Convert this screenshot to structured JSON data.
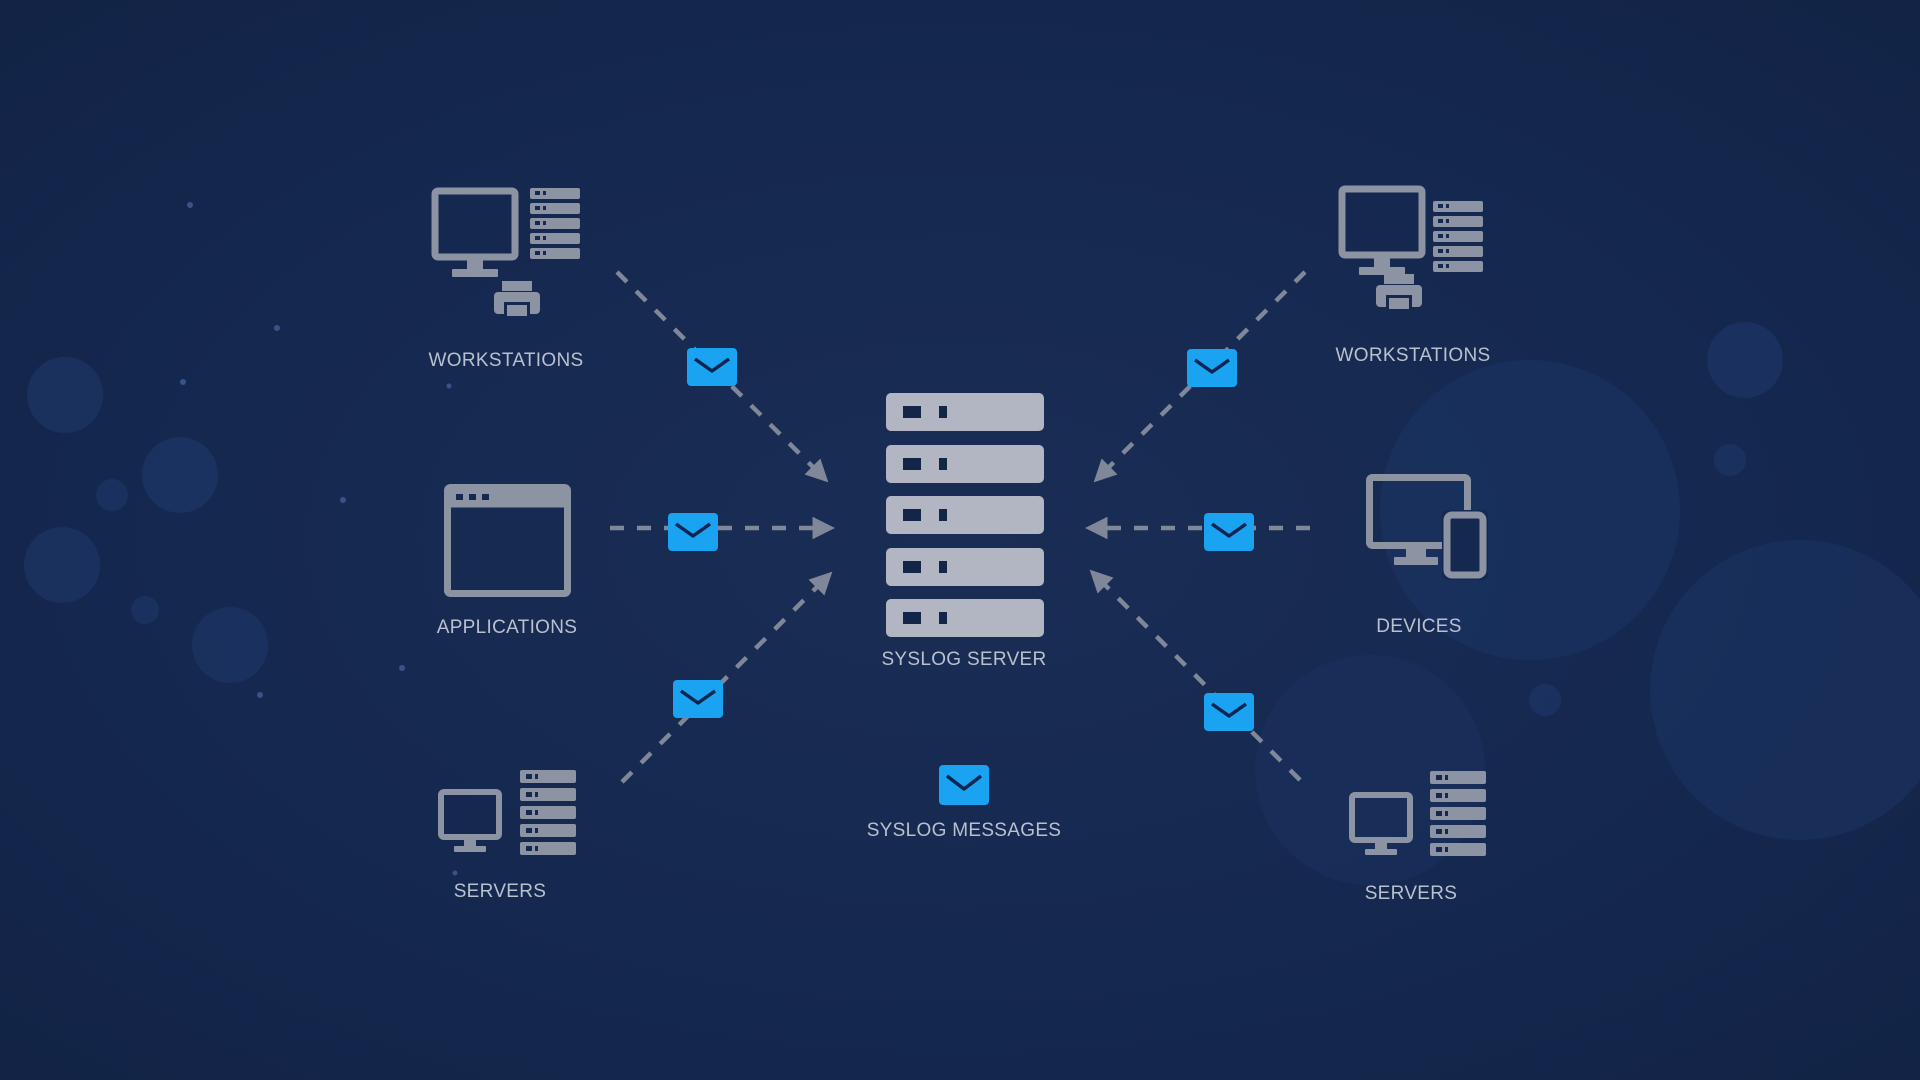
{
  "colors": {
    "background": "#152850",
    "icon_gray": "#8c93a3",
    "server_gray": "#b2b6c2",
    "message_blue": "#1aa3f0",
    "label_text": "#b9c0cf",
    "arrow_gray": "#7f8799"
  },
  "nodes": {
    "workstations_left": {
      "label": "WORKSTATIONS",
      "icon": "workstation-icon"
    },
    "applications": {
      "label": "APPLICATIONS",
      "icon": "application-window-icon"
    },
    "servers_left": {
      "label": "SERVERS",
      "icon": "server-rack-icon"
    },
    "workstations_right": {
      "label": "WORKSTATIONS",
      "icon": "workstation-icon"
    },
    "devices": {
      "label": "DEVICES",
      "icon": "devices-icon"
    },
    "servers_right": {
      "label": "SERVERS",
      "icon": "server-rack-icon"
    },
    "syslog_server": {
      "label": "SYSLOG SERVER",
      "icon": "syslog-server-icon"
    }
  },
  "legend": {
    "label": "SYSLOG MESSAGES",
    "icon": "envelope-icon"
  }
}
